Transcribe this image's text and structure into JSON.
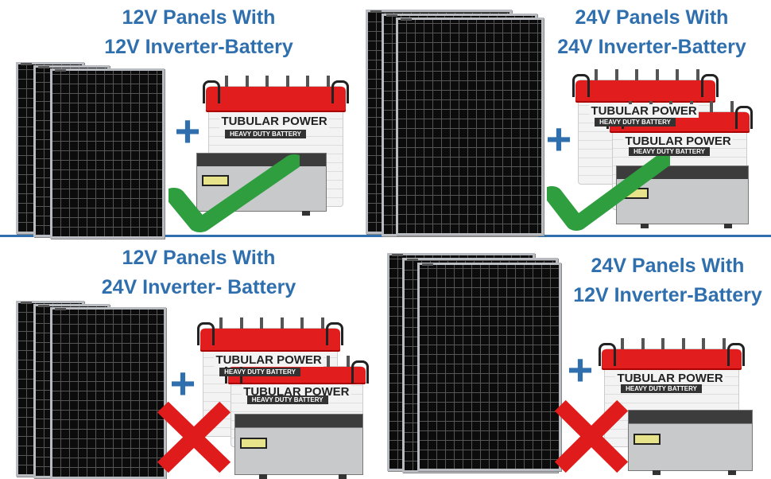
{
  "quadrants": [
    {
      "title_line1": "12V Panels With",
      "title_line2": "12V Inverter-Battery",
      "result": "compatible",
      "result_icon": "check-icon",
      "battery_count": 1
    },
    {
      "title_line1": "24V Panels With",
      "title_line2": "24V Inverter-Battery",
      "result": "compatible",
      "result_icon": "check-icon",
      "battery_count": 2
    },
    {
      "title_line1": "12V Panels With",
      "title_line2": "24V Inverter- Battery",
      "result": "incompatible",
      "result_icon": "cross-icon",
      "battery_count": 2
    },
    {
      "title_line1": "24V Panels With",
      "title_line2": "12V Inverter-Battery",
      "result": "incompatible",
      "result_icon": "cross-icon",
      "battery_count": 1
    }
  ],
  "battery_label": "TUBULAR POWER",
  "battery_sublabel": "HEAVY DUTY BATTERY",
  "plus_symbol": "+",
  "colors": {
    "title": "#2f6fae",
    "check": "#2e9e3e",
    "cross": "#e01b1b",
    "battery_lid": "#e11d1d",
    "divider": "#2f6fae"
  }
}
